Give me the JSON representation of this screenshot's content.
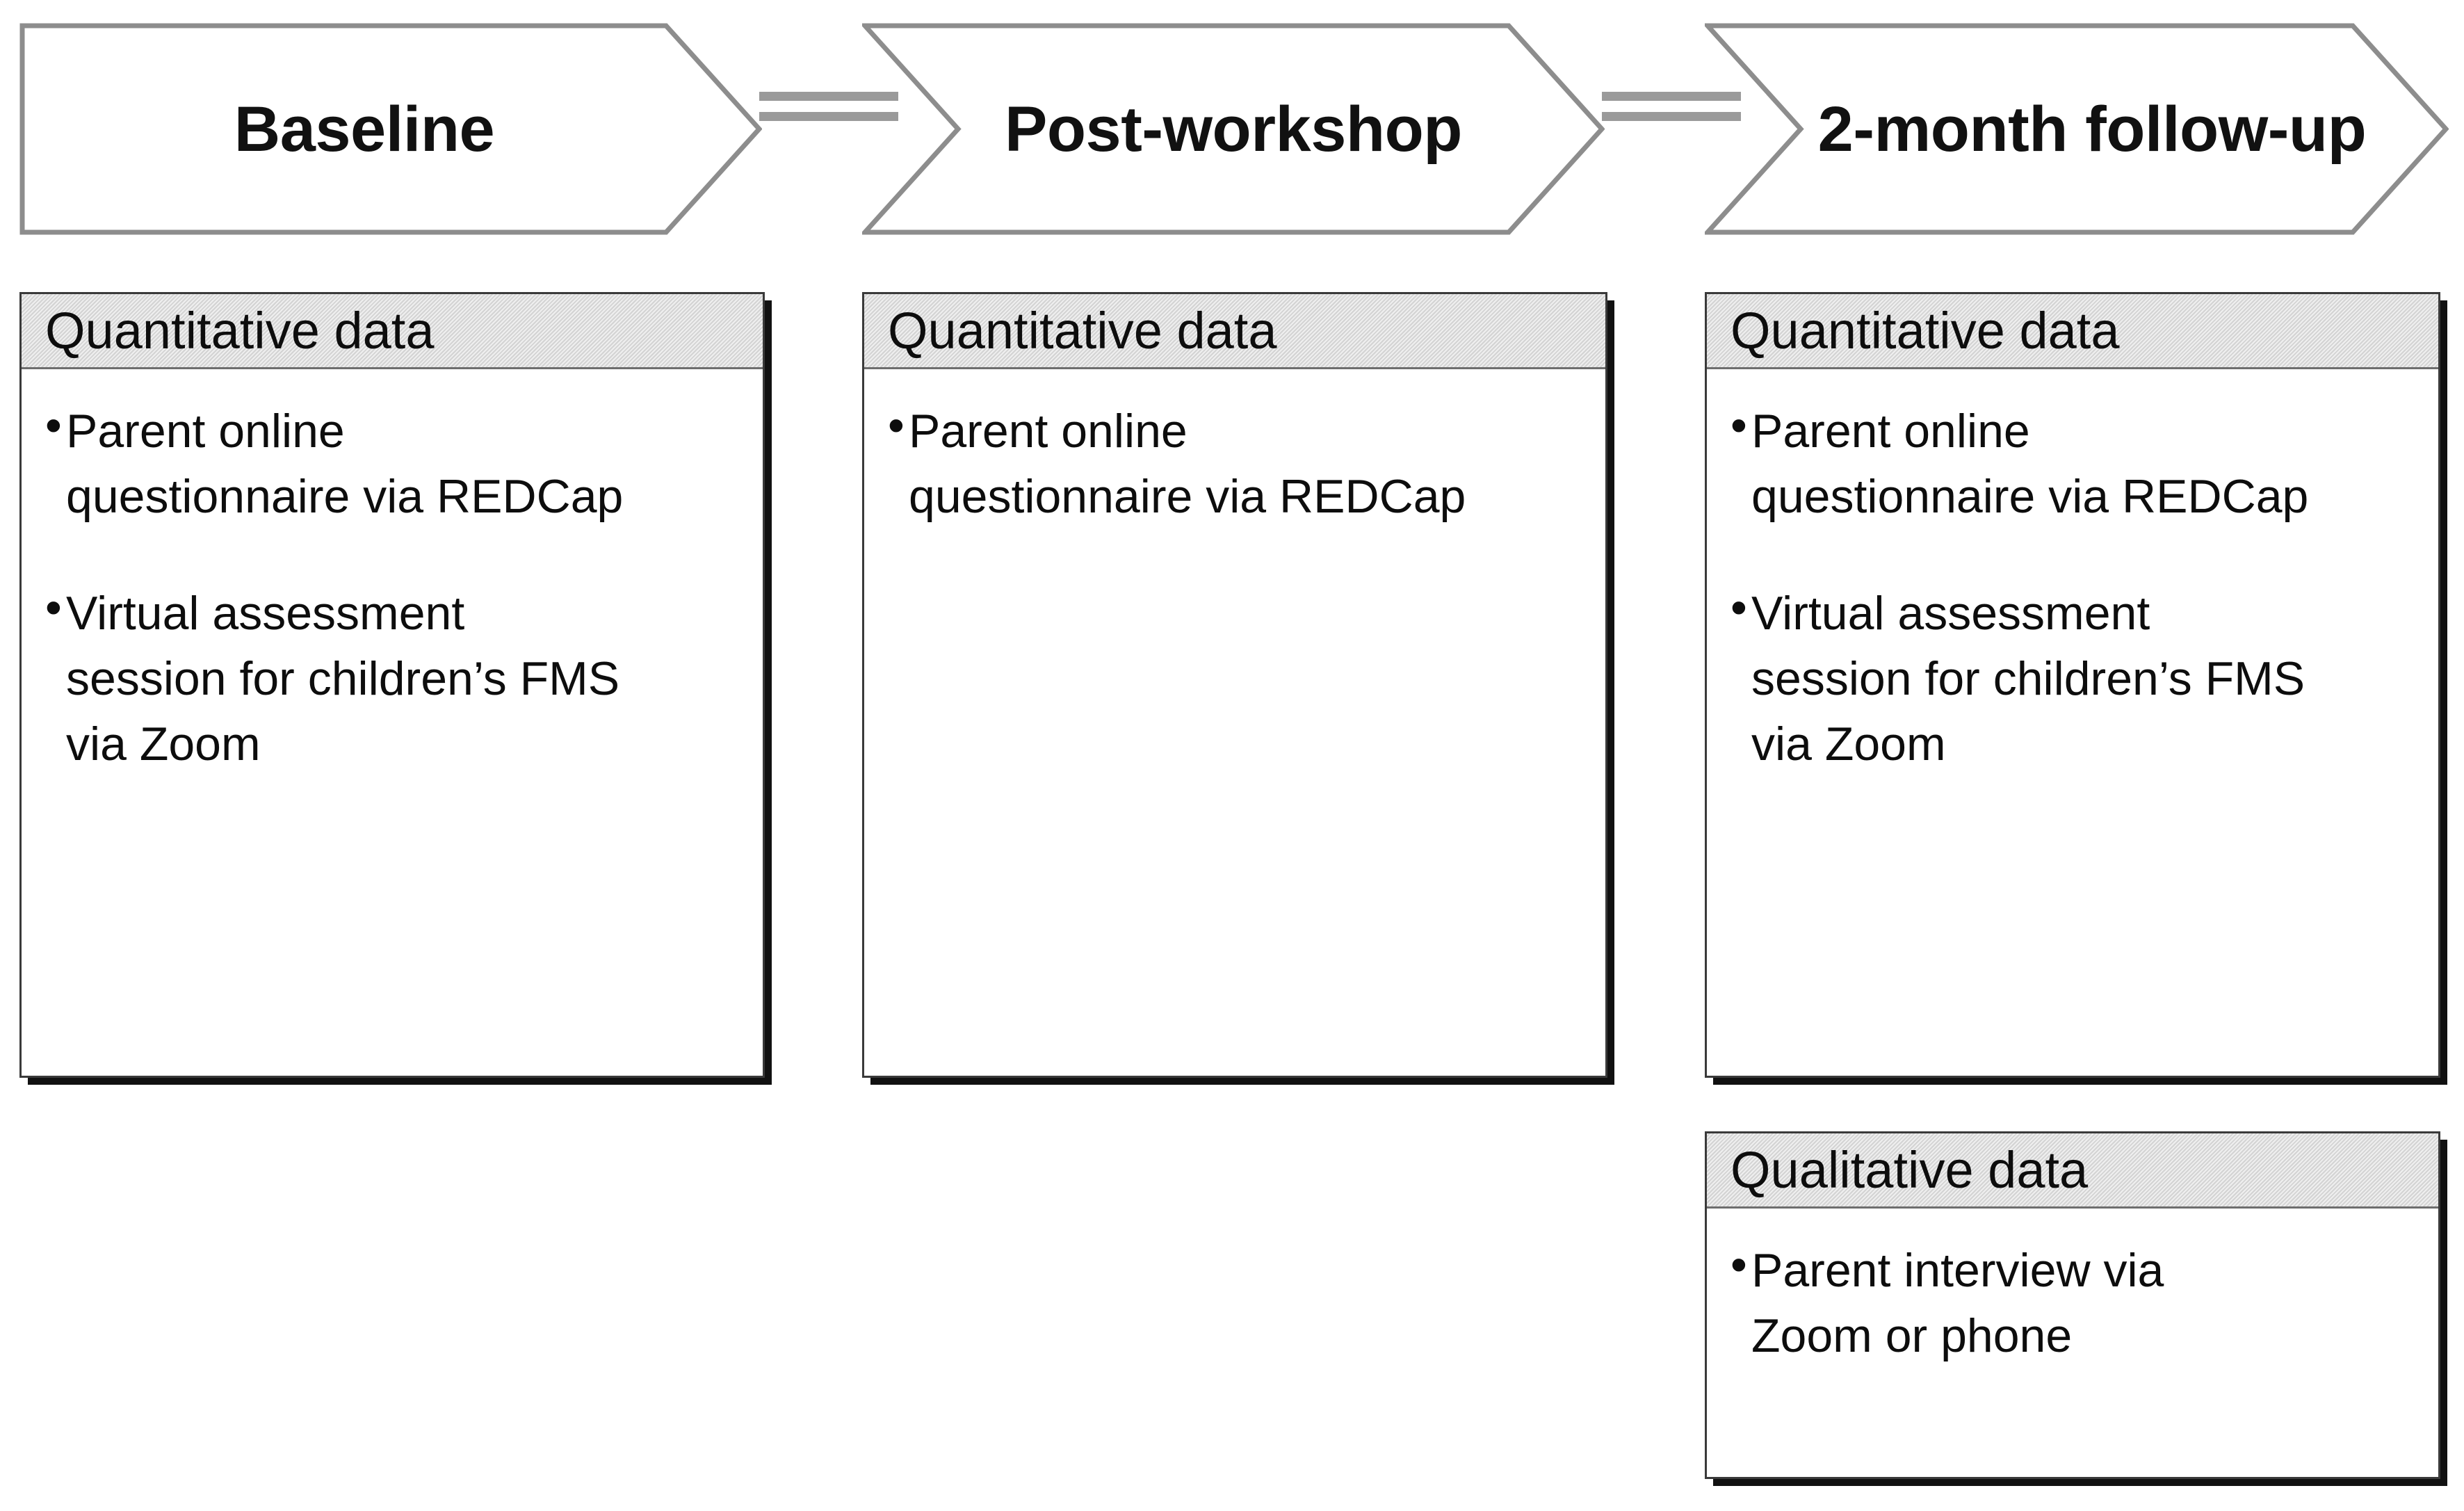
{
  "diagram": {
    "type": "study-timeline-flow",
    "timeline": {
      "steps": [
        {
          "label": "Baseline"
        },
        {
          "label": "Post-workshop"
        },
        {
          "label": "2-month follow-up"
        }
      ],
      "connector_count": 2
    },
    "columns": [
      {
        "step": "Baseline",
        "boxes": [
          {
            "header": "Quantitative data",
            "bullets": [
              "Parent online\nquestionnaire via REDCap",
              "Virtual assessment\nsession for children’s FMS\nvia Zoom"
            ]
          }
        ]
      },
      {
        "step": "Post-workshop",
        "boxes": [
          {
            "header": "Quantitative data",
            "bullets": [
              "Parent online\nquestionnaire via REDCap"
            ]
          }
        ]
      },
      {
        "step": "2-month follow-up",
        "boxes": [
          {
            "header": "Quantitative data",
            "bullets": [
              "Parent online\nquestionnaire via REDCap",
              "Virtual assessment\nsession for children’s FMS\nvia Zoom"
            ]
          },
          {
            "header": "Qualitative data",
            "bullets": [
              "Parent interview via\nZoom or phone"
            ]
          }
        ]
      }
    ],
    "bullet_glyph": "•",
    "colors": {
      "header_fill": "#dcdcdc",
      "box_border": "#3a3a3a",
      "box_shadow": "#111111",
      "chevron_stroke": "#8d8d8d",
      "chevron_fill": "#ffffff",
      "connector": "#9a9a9a",
      "text": "#0d0d0d"
    }
  }
}
